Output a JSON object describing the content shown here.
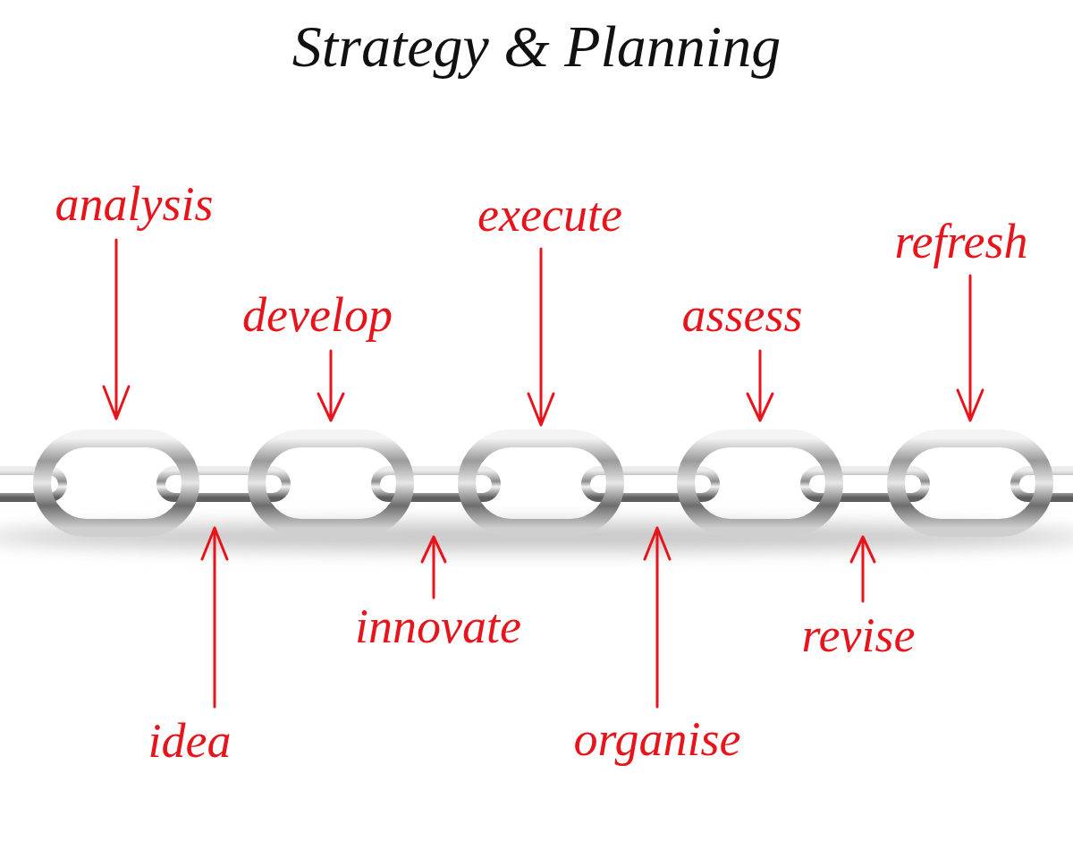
{
  "diagram": {
    "title": "Strategy & Planning",
    "labels": [
      "analysis",
      "idea",
      "develop",
      "innovate",
      "execute",
      "organise",
      "assess",
      "revise",
      "refresh"
    ]
  }
}
